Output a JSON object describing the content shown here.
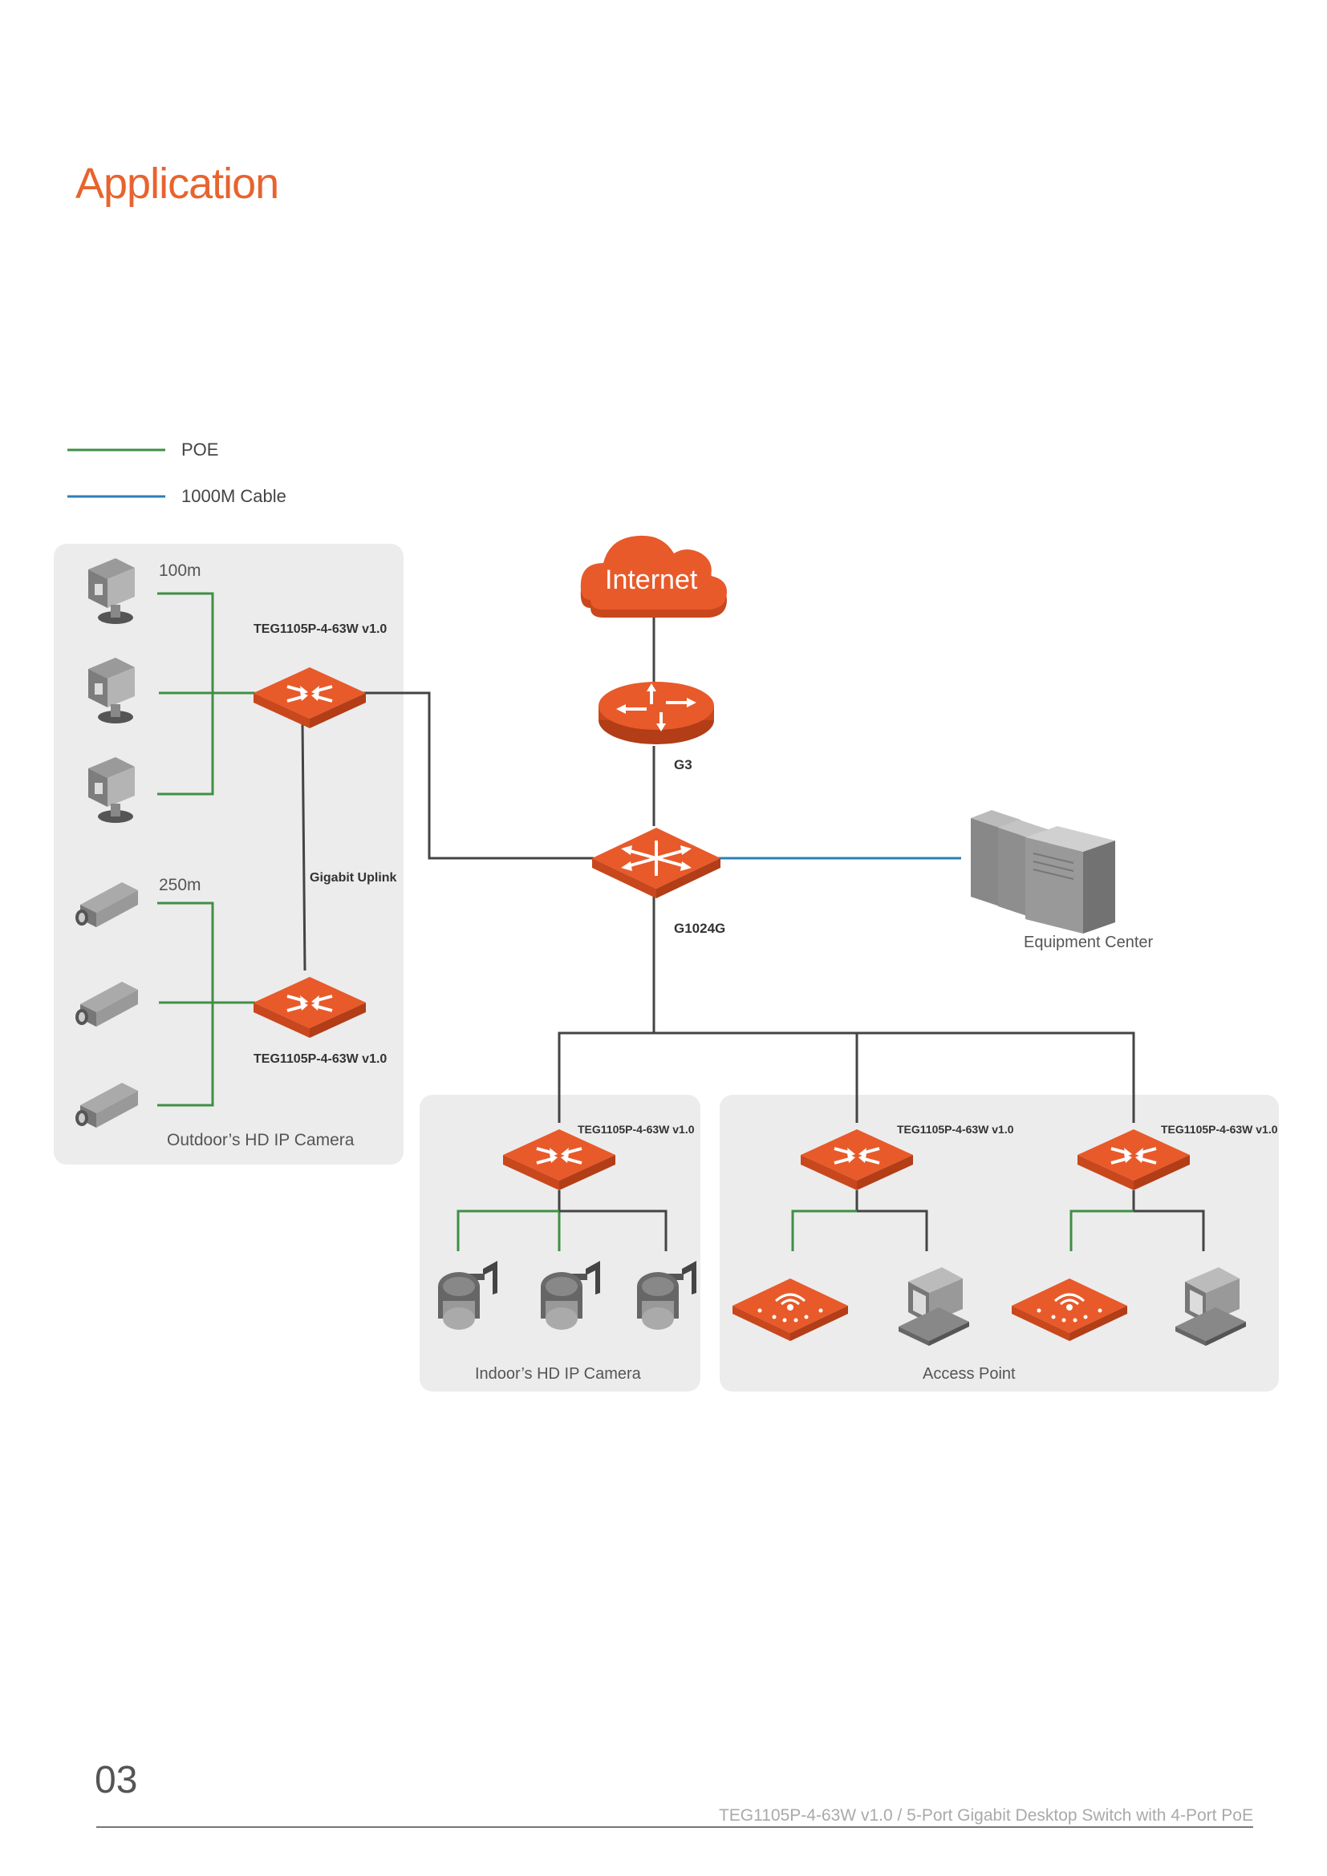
{
  "title": "Application",
  "legend": {
    "poe": {
      "label": "POE",
      "color": "#3f8f45"
    },
    "cable": {
      "label": "1000M Cable",
      "color": "#2c7fb8"
    }
  },
  "cloud": {
    "label": "Internet"
  },
  "router": {
    "label": "G3"
  },
  "core_switch": {
    "label": "G1024G"
  },
  "equipment_center": {
    "label": "Equipment Center"
  },
  "outdoor_panel": {
    "label": "Outdoor’s HD IP Camera",
    "distance_top": "100m",
    "distance_bottom": "250m",
    "uplink_label": "Gigabit Uplink",
    "switch_top": "TEG1105P-4-63W v1.0",
    "switch_bottom": "TEG1105P-4-63W v1.0"
  },
  "indoor_panel": {
    "label": "Indoor’s HD IP Camera",
    "switch": "TEG1105P-4-63W v1.0"
  },
  "ap_panel": {
    "label": "Access Point",
    "switch_left": "TEG1105P-4-63W v1.0",
    "switch_right": "TEG1105P-4-63W v1.0"
  },
  "page_number": "03",
  "footer": "TEG1105P-4-63W v1.0 / 5-Port Gigabit Desktop Switch with 4-Port PoE",
  "colors": {
    "accent": "#e8632d",
    "panel": "#ececec",
    "line": "#444444"
  }
}
